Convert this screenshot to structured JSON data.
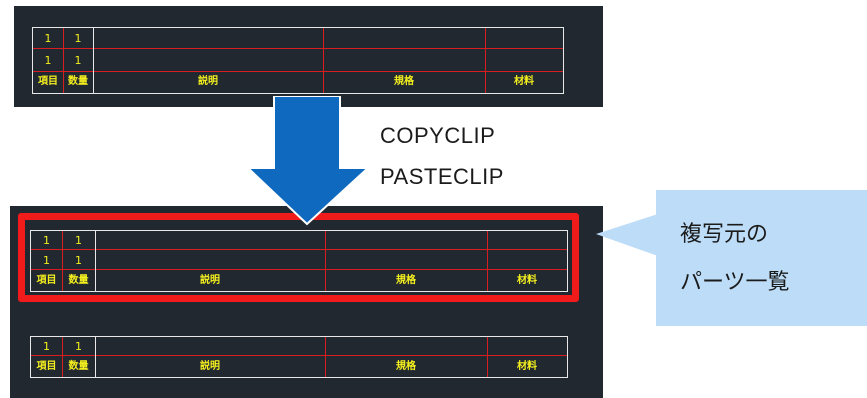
{
  "commands": {
    "copy": "COPYCLIP",
    "paste": "PASTECLIP"
  },
  "callout": {
    "line1": "複写元の",
    "line2": "パーツ一覧"
  },
  "bom_headers": {
    "item": "項目",
    "qty": "数量",
    "desc": "説明",
    "spec": "規格",
    "material": "材料"
  },
  "top_table": {
    "rows": [
      {
        "item": "1",
        "qty": "1"
      },
      {
        "item": "1",
        "qty": "1"
      }
    ]
  },
  "pasted_table": {
    "rows": [
      {
        "item": "1",
        "qty": "1"
      },
      {
        "item": "1",
        "qty": "1"
      }
    ]
  },
  "bottom_table": {
    "rows": [
      {
        "item": "1",
        "qty": "1"
      }
    ]
  },
  "colors": {
    "cad_background": "#212830",
    "grid_red": "#d61e1e",
    "text_yellow": "#f4ef1e",
    "highlight_red": "#f21b1b",
    "arrow_blue": "#0f6abf",
    "callout_blue": "#bcdcf7"
  }
}
